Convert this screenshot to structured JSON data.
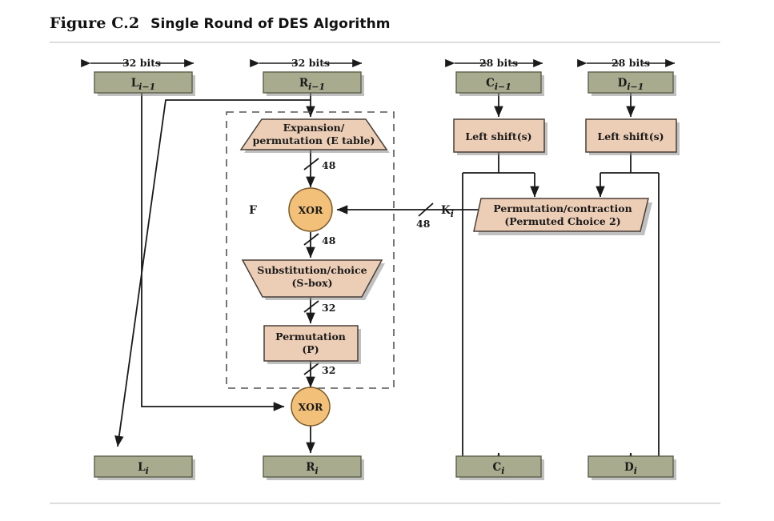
{
  "figure": {
    "number": "Figure C.2",
    "title": "Single Round of DES Algorithm"
  },
  "colors": {
    "data_block_fill": "#a8ab8e",
    "data_block_stroke": "#5b5f4a",
    "process_fill": "#eccdb5",
    "process_stroke": "#4a3f38",
    "xor_fill": "#f2c078",
    "xor_stroke": "#7a5a28",
    "line": "#1a1a1a",
    "shadow": "#8c8c8c",
    "dashed_border": "#555555",
    "page_background": "#ffffff",
    "rule": "#cfcfcf"
  },
  "width_labels": [
    {
      "id": "w-left",
      "text": "32 bits"
    },
    {
      "id": "w-right",
      "text": "32 bits"
    },
    {
      "id": "w-c",
      "text": "28 bits"
    },
    {
      "id": "w-d",
      "text": "28 bits"
    }
  ],
  "blocks": {
    "top": [
      {
        "id": "L-prev",
        "label": "L",
        "sub": "i−1",
        "kind": "data"
      },
      {
        "id": "R-prev",
        "label": "R",
        "sub": "i−1",
        "kind": "data"
      },
      {
        "id": "C-prev",
        "label": "C",
        "sub": "i−1",
        "kind": "data"
      },
      {
        "id": "D-prev",
        "label": "D",
        "sub": "i−1",
        "kind": "data"
      }
    ],
    "bottom": [
      {
        "id": "L-next",
        "label": "L",
        "sub": "i",
        "kind": "data"
      },
      {
        "id": "R-next",
        "label": "R",
        "sub": "i",
        "kind": "data"
      },
      {
        "id": "C-next",
        "label": "C",
        "sub": "i",
        "kind": "data"
      },
      {
        "id": "D-next",
        "label": "D",
        "sub": "i",
        "kind": "data"
      }
    ]
  },
  "process": {
    "expansion": {
      "line1": "Expansion/",
      "line2": "permutation (E table)"
    },
    "sbox": {
      "line1": "Substitution/choice",
      "line2": "(S-box)"
    },
    "perm_p": {
      "line1": "Permutation",
      "line2": "(P)"
    },
    "left_shift_c": "Left shift(s)",
    "left_shift_d": "Left shift(s)",
    "pc2": {
      "line1": "Permutation/contraction",
      "line2": "(Permuted Choice 2)"
    }
  },
  "operators": {
    "xor_f": "XOR",
    "xor_out": "XOR"
  },
  "annotations": {
    "f_label": "F",
    "key_label": "K",
    "key_sub": "i",
    "bits_after_expansion": "48",
    "bits_after_xor": "48",
    "bits_after_sbox": "32",
    "bits_after_p": "32",
    "bits_key": "48"
  }
}
